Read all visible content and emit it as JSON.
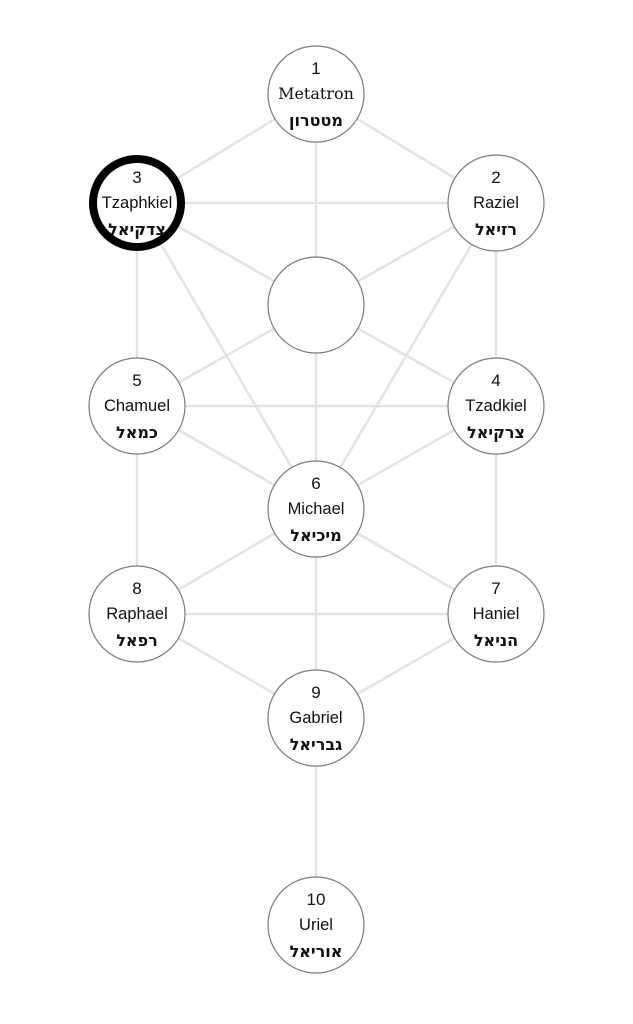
{
  "diagram": {
    "title": "Tree of Life archangels",
    "colors": {
      "edge": "#e3e3e3",
      "node_border": "#7a7a7a",
      "highlight_border": "#000000",
      "background": "#ffffff"
    },
    "nodes": [
      {
        "id": "n1",
        "number": "1",
        "name": "Metatron",
        "hebrew": "מטטרון",
        "highlighted": false,
        "serif": true
      },
      {
        "id": "n2",
        "number": "2",
        "name": "Raziel",
        "hebrew": "רזיאל",
        "highlighted": false
      },
      {
        "id": "n3",
        "number": "3",
        "name": "Tzaphkiel",
        "hebrew": "צדקיאל",
        "highlighted": true
      },
      {
        "id": "nd",
        "number": "",
        "name": "",
        "hebrew": "",
        "highlighted": false
      },
      {
        "id": "n4",
        "number": "4",
        "name": "Tzadkiel",
        "hebrew": "צרקיאל",
        "highlighted": false
      },
      {
        "id": "n5",
        "number": "5",
        "name": "Chamuel",
        "hebrew": "כמאל",
        "highlighted": false
      },
      {
        "id": "n6",
        "number": "6",
        "name": "Michael",
        "hebrew": "מיכיאל",
        "highlighted": false
      },
      {
        "id": "n7",
        "number": "7",
        "name": "Haniel",
        "hebrew": "הניאל",
        "highlighted": false
      },
      {
        "id": "n8",
        "number": "8",
        "name": "Raphael",
        "hebrew": "רפאל",
        "highlighted": false
      },
      {
        "id": "n9",
        "number": "9",
        "name": "Gabriel",
        "hebrew": "גבריאל",
        "highlighted": false
      },
      {
        "id": "n10",
        "number": "10",
        "name": "Uriel",
        "hebrew": "אוריאל",
        "highlighted": false
      }
    ],
    "edges": [
      [
        "n1",
        "n2"
      ],
      [
        "n1",
        "n3"
      ],
      [
        "n1",
        "nd"
      ],
      [
        "n2",
        "n3"
      ],
      [
        "n2",
        "nd"
      ],
      [
        "n3",
        "nd"
      ],
      [
        "n2",
        "n4"
      ],
      [
        "n3",
        "n5"
      ],
      [
        "n2",
        "n6"
      ],
      [
        "n3",
        "n6"
      ],
      [
        "nd",
        "n5"
      ],
      [
        "nd",
        "n4"
      ],
      [
        "nd",
        "n6"
      ],
      [
        "n5",
        "n4"
      ],
      [
        "n5",
        "n6"
      ],
      [
        "n4",
        "n6"
      ],
      [
        "n5",
        "n8"
      ],
      [
        "n4",
        "n7"
      ],
      [
        "n6",
        "n8"
      ],
      [
        "n6",
        "n7"
      ],
      [
        "n6",
        "n9"
      ],
      [
        "n8",
        "n7"
      ],
      [
        "n8",
        "n9"
      ],
      [
        "n7",
        "n9"
      ],
      [
        "n9",
        "n10"
      ]
    ]
  }
}
